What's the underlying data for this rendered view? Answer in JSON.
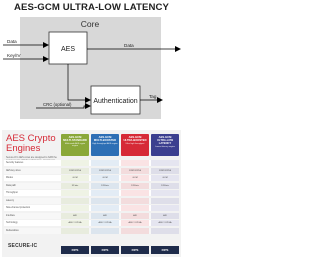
{
  "title": "AES-GCM ULTRA-LOW LATENCY",
  "diagram": {
    "container_label": "Core",
    "blocks": {
      "aes": "AES",
      "auth": "Authentication"
    },
    "signals": {
      "data_in": "Data",
      "key_iv": "Key/IV",
      "data_out": "Data",
      "crc": "CRC (optional)",
      "tag": "Tag"
    },
    "colors": {
      "accent": "#d62a37",
      "panel": "#d8d8d8",
      "block_border": "#333333",
      "arrow": "#000000"
    }
  },
  "spec_table": {
    "title_line1": "AES Crypto",
    "title_line2": "Engines",
    "subtitle": "Secure-IC's AES cores are designed to fulfill the requirements of high performance, low latency and advanced protection.",
    "products": [
      {
        "name": "AES-GCM",
        "subtitle": "MULTI-STANDARD",
        "desc": "Multi-mode AES crypto engine",
        "color": "#8aa83a"
      },
      {
        "name": "AES-GCM",
        "subtitle": "MULTI-BOOSTED",
        "desc": "High throughput AES engine",
        "color": "#2e6fb5"
      },
      {
        "name": "AES-GCM",
        "subtitle": "ULTRA-BOOSTED",
        "desc": "Ultra high throughput",
        "color": "#d62a37"
      },
      {
        "name": "AES-GCM",
        "subtitle": "ULTRA-LOW LATENCY",
        "desc": "Lowest latency engine",
        "color": "#3b3f8f"
      }
    ],
    "rows": [
      {
        "label": "Security features",
        "cells": [
          "",
          "",
          "",
          ""
        ]
      },
      {
        "label": "AES key sizes",
        "cells": [
          "128/192/256",
          "128/192/256",
          "128/192/256",
          "128/192/256"
        ]
      },
      {
        "label": "Modes",
        "cells": [
          "GCM",
          "GCM",
          "GCM",
          "GCM"
        ]
      },
      {
        "label": "Data path",
        "cells": [
          "32 bits",
          "128 bits",
          "128 bits",
          "128 bits"
        ]
      },
      {
        "label": "Throughput",
        "cells": [
          "",
          "",
          "",
          ""
        ]
      },
      {
        "label": "Latency",
        "cells": [
          "",
          "",
          "",
          ""
        ]
      },
      {
        "label": "Side-channel protection",
        "cells": [
          "",
          "",
          "",
          ""
        ]
      },
      {
        "label": "Interface",
        "cells": [
          "AXI",
          "AXI",
          "AXI",
          "AXI"
        ]
      },
      {
        "label": "Technology",
        "cells": [
          "ASIC / FPGA",
          "ASIC / FPGA",
          "ASIC / FPGA",
          "ASIC / FPGA"
        ]
      },
      {
        "label": "Deliverables",
        "cells": [
          "",
          "",
          "",
          ""
        ]
      }
    ],
    "logo_text": "SECURE-IC",
    "badges": [
      "FIPS",
      "FIPS",
      "FIPS",
      "FIPS"
    ]
  }
}
